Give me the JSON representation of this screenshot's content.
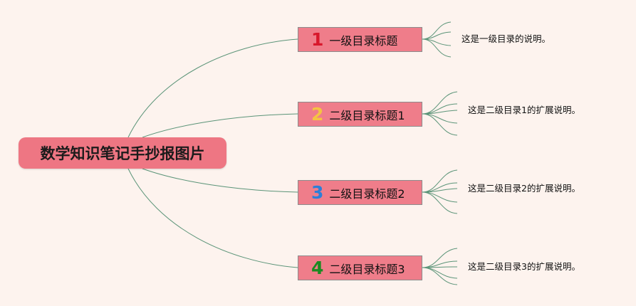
{
  "root": {
    "title": "数学知识笔记手抄报图片"
  },
  "branches": [
    {
      "number": "1",
      "label": "一级目录标题",
      "description": "这是一级目录的说明。"
    },
    {
      "number": "2",
      "label": "二级目录标题1",
      "description": "这是二级目录1的扩展说明。"
    },
    {
      "number": "3",
      "label": "二级目录标题2",
      "description": "这是二级目录2的扩展说明。"
    },
    {
      "number": "4",
      "label": "二级目录标题3",
      "description": "这是二级目录3的扩展说明。"
    }
  ],
  "colors": {
    "background": "#fdf3ee",
    "node_fill": "#ef7d8a",
    "line": "#5b9478",
    "number_1": "#d8182c",
    "number_2": "#f5c342",
    "number_3": "#2d7fd8",
    "number_4": "#1b8a22"
  }
}
